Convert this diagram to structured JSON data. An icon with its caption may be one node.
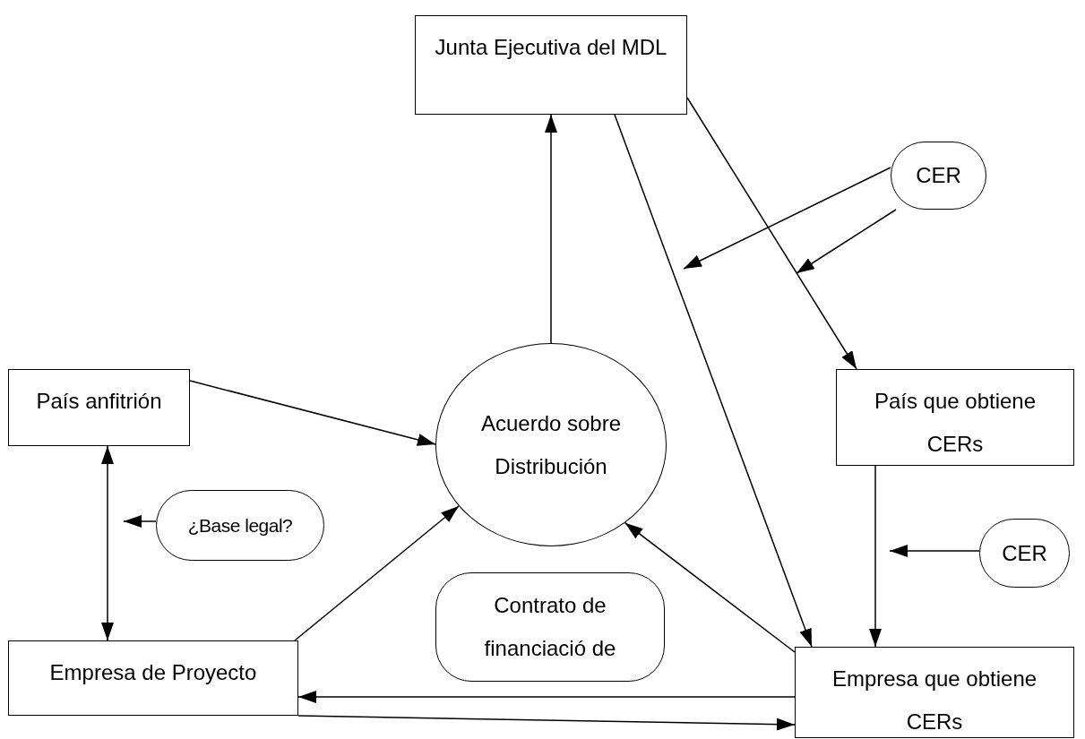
{
  "diagram": {
    "nodes": [
      {
        "text": [
          "Junta Ejecutiva del MDL"
        ]
      },
      {
        "text": [
          "CER"
        ]
      },
      {
        "text": [
          "País anfitrión"
        ]
      },
      {
        "text": [
          "Acuerdo sobre Distribución"
        ]
      },
      {
        "text": [
          "País que obtiene CERs"
        ]
      },
      {
        "text": [
          "¿Base legal?"
        ]
      },
      {
        "text": [
          "CER"
        ]
      },
      {
        "text": [
          "Contrato de financiació de"
        ]
      },
      {
        "text": [
          "Empresa de Proyecto"
        ]
      },
      {
        "text": [
          "Empresa que obtiene CERs"
        ]
      }
    ],
    "edges": [
      {
        "from": 3,
        "to": 0,
        "arrow": "to"
      },
      {
        "from": 0,
        "to": 4,
        "arrow": "to"
      },
      {
        "from": 0,
        "to": 9,
        "arrow": "to"
      },
      {
        "from": 1,
        "to": null,
        "arrow": "to"
      },
      {
        "from": 1,
        "to": null,
        "arrow": "to"
      },
      {
        "from": 2,
        "to": 3,
        "arrow": "to"
      },
      {
        "from": 2,
        "to": 8,
        "arrow": "both"
      },
      {
        "from": 5,
        "to": null,
        "arrow": "to"
      },
      {
        "from": 8,
        "to": 3,
        "arrow": "to"
      },
      {
        "from": 9,
        "to": 3,
        "arrow": "to"
      },
      {
        "from": 4,
        "to": 9,
        "arrow": "to"
      },
      {
        "from": 6,
        "to": null,
        "arrow": "to"
      },
      {
        "from": 9,
        "to": 8,
        "arrow": "to"
      },
      {
        "from": 8,
        "to": 9,
        "arrow": "to"
      }
    ]
  }
}
